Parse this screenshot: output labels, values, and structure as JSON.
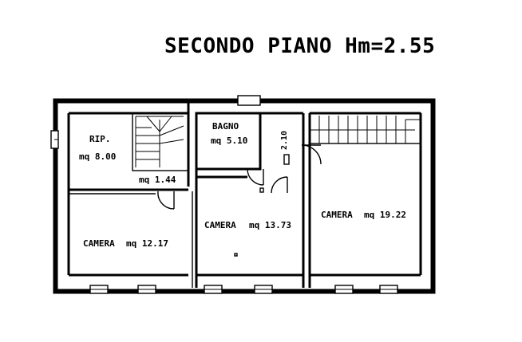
{
  "title": "SECONDO PIANO Hm=2.55",
  "rooms": [
    {
      "name": "RIP.",
      "area": "mq 8.00"
    },
    {
      "name": "",
      "area": "mq 1.44"
    },
    {
      "name": "CAMERA",
      "area": "mq 12.17"
    },
    {
      "name": "BAGNO",
      "area": "mq 5.10"
    },
    {
      "name": "CAMERA",
      "area": "mq 13.73"
    },
    {
      "name": "CAMERA",
      "area": "mq 19.22"
    }
  ],
  "notes": {
    "height_mark": "2.10"
  }
}
